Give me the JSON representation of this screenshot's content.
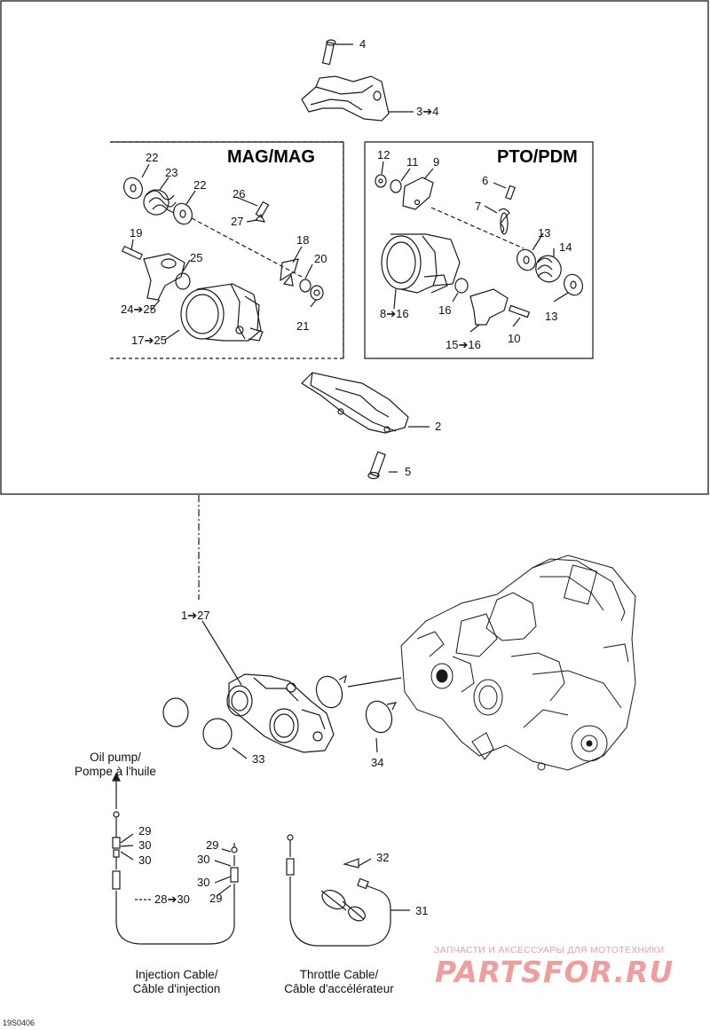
{
  "frames": {
    "mag": {
      "title": "MAG/MAG"
    },
    "pto": {
      "title": "PTO/PDM"
    }
  },
  "callouts": {
    "c4": "4",
    "c3_4": "3➔4",
    "c2": "2",
    "c5": "5",
    "c22a": "22",
    "c23": "23",
    "c22b": "22",
    "c26": "26",
    "c27": "27",
    "c19": "19",
    "c25": "25",
    "c18": "18",
    "c20": "20",
    "c21": "21",
    "c24_25": "24➔25",
    "c17_25": "17➔25",
    "c12": "12",
    "c11": "11",
    "c9": "9",
    "c6": "6",
    "c7": "7",
    "c13a": "13",
    "c14": "14",
    "c13b": "13",
    "c16": "16",
    "c10": "10",
    "c8_16": "8➔16",
    "c15_16": "15➔16",
    "c1_27": "1➔27",
    "c33": "33",
    "c34": "34",
    "c29a": "29",
    "c30a": "30",
    "c30b": "30",
    "c28_30": "28➔30",
    "c29b": "29",
    "c30c": "30",
    "c30d": "30",
    "c29c": "29",
    "c32": "32",
    "c31": "31"
  },
  "captions": {
    "oil_pump_en": "Oil pump/",
    "oil_pump_fr": "Pompe à l'huile",
    "injection_en": "Injection Cable/",
    "injection_fr": "Câble d'injection",
    "throttle_en": "Throttle Cable/",
    "throttle_fr": "Câble d'accélérateur"
  },
  "reference": "19S0406",
  "watermark": {
    "top_line": "ЗАПЧАСТИ И АКСЕССУАРЫ ДЛЯ МОТОТЕХНИКИ",
    "logo": "PARTSFOR.RU"
  },
  "colors": {
    "line": "#1a1a1a",
    "watermark": "#ef9e9e"
  }
}
